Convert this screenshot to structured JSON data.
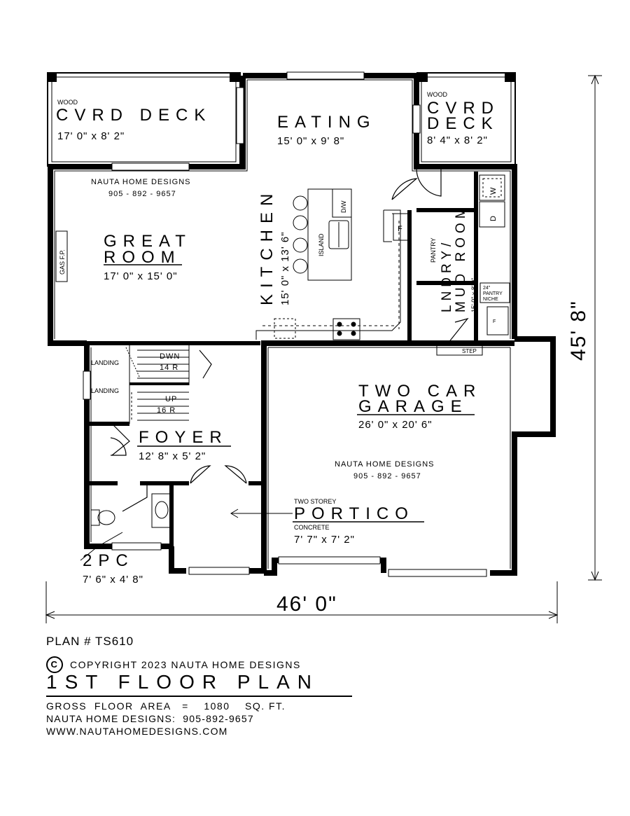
{
  "plan": {
    "rooms": {
      "cvrd_deck_left": {
        "material": "WOOD",
        "name": "CVRD  DECK",
        "size": "17' 0\" x 8' 2\""
      },
      "eating": {
        "name": "EATING",
        "size": "15' 0\" x 9' 8\""
      },
      "cvrd_deck_right": {
        "material": "WOOD",
        "name_line1": "CVRD",
        "name_line2": "DECK",
        "size": "8' 4\" x 8' 2\""
      },
      "great_room": {
        "name_line1": "GREAT",
        "name_line2": "ROOM",
        "size": "17' 0\" x 15' 0\""
      },
      "kitchen": {
        "name": "KITCHEN",
        "size": "15' 0\" x 13' 6\"",
        "island": "ISLAND",
        "dw": "D/W",
        "fridge": "F"
      },
      "pantry": {
        "name": "PANTRY"
      },
      "laundry": {
        "name_line1": "LNDRY/",
        "name_line2": "MUD ROOM",
        "size": "15' 0\" x 8' 0\"",
        "washer": "W",
        "dryer": "D",
        "niche_line1": "24\"",
        "niche_line2": "PANTRY",
        "niche_line3": "NICHE",
        "freezer": "F",
        "step": "STEP"
      },
      "stairs": {
        "landing_upper": "LANDING",
        "landing_lower": "LANDING",
        "down": "DWN",
        "down_risers": "14 R",
        "up": "UP",
        "up_risers": "16 R"
      },
      "gas_fp": "GAS F.P.",
      "foyer": {
        "name": "FOYER",
        "size": "12' 8\" x 5' 2\""
      },
      "two_pc": {
        "name": "2PC",
        "size": "7' 6\" x 4' 8\""
      },
      "garage": {
        "name_line1": "TWO  CAR",
        "name_line2": "GARAGE",
        "size": "26' 0\" x 20' 6\""
      },
      "portico": {
        "prefix": "TWO STOREY",
        "name": "PORTICO",
        "material": "CONCRETE",
        "size": "7' 7\" x 7' 2\""
      }
    },
    "watermark_upper": {
      "line1": "NAUTA HOME DESIGNS",
      "line2": "905 - 892 - 9657"
    },
    "watermark_lower": {
      "line1": "NAUTA HOME DESIGNS",
      "line2": "905 - 892 - 9657"
    },
    "dimensions": {
      "overall_width": "46' 0\"",
      "overall_depth": "45' 8\""
    }
  },
  "footer": {
    "plan_number": "PLAN # TS610",
    "copyright_symbol": "C",
    "copyright": "COPYRIGHT 2023 NAUTA HOME DESIGNS",
    "title": "1ST FLOOR PLAN",
    "area": "GROSS  FLOOR  AREA   =    1080    SQ. FT.",
    "phone": "NAUTA HOME DESIGNS:  905-892-9657",
    "website": "WWW.NAUTAHOMEDESIGNS.COM"
  }
}
